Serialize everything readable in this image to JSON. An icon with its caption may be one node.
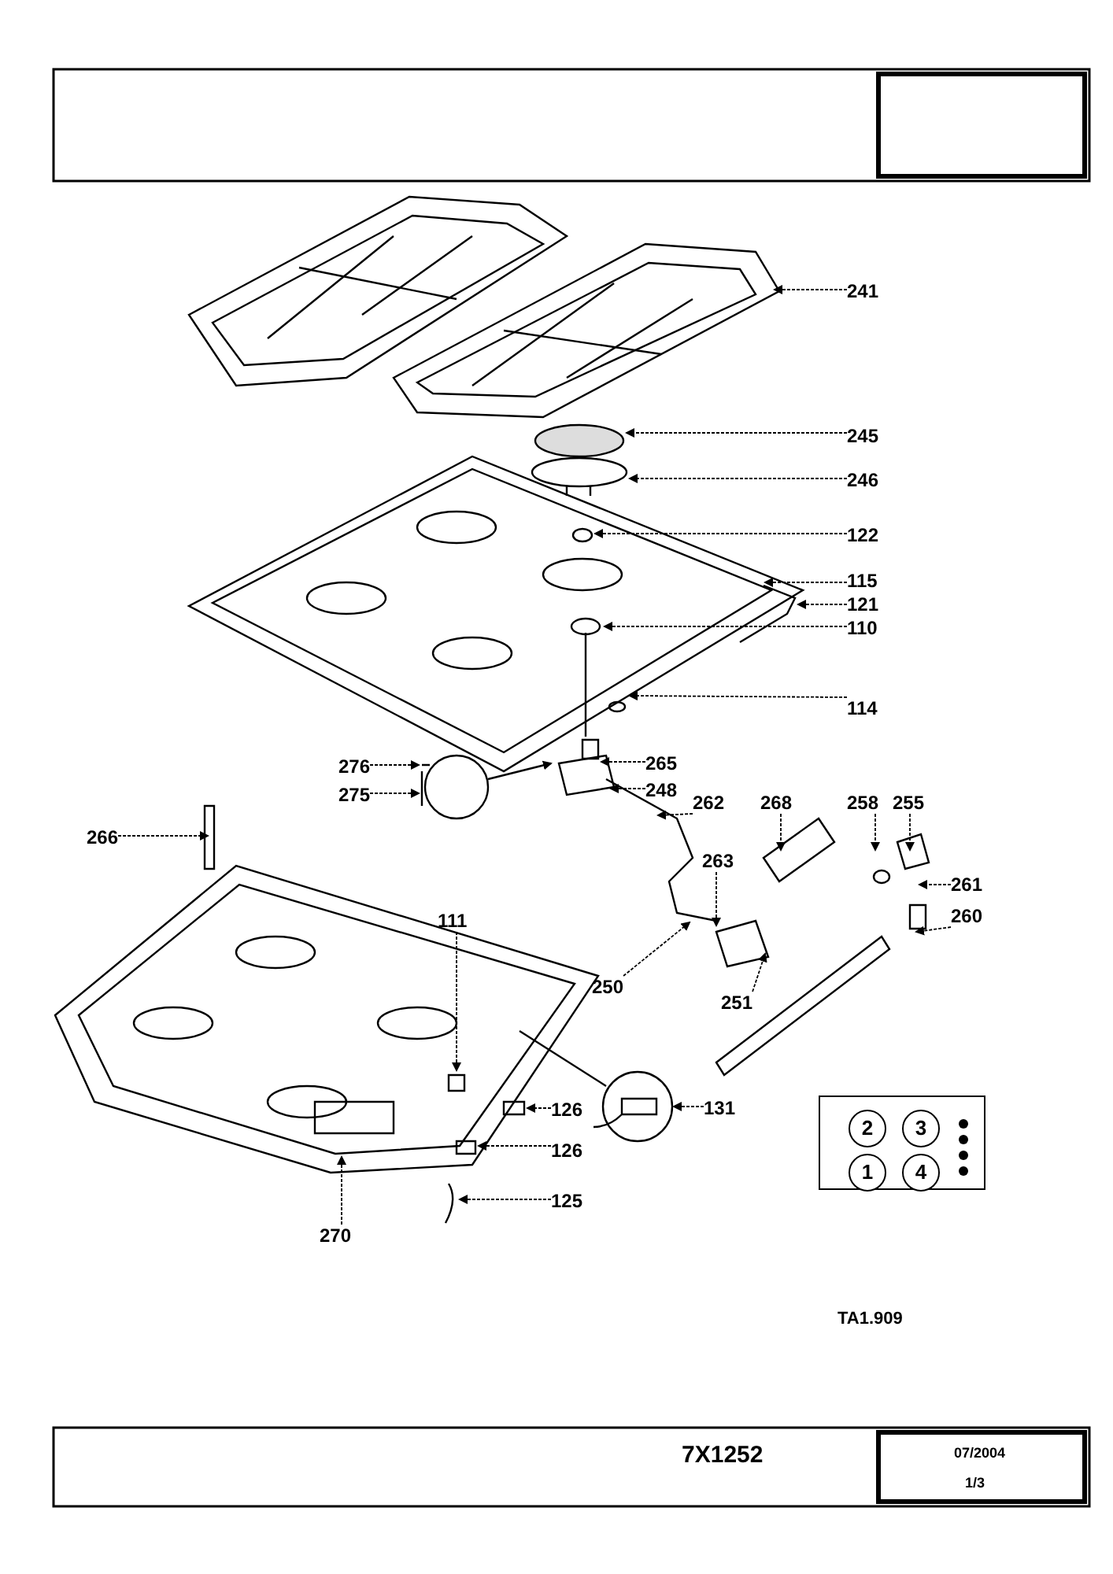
{
  "diagram": {
    "nodes": [
      {
        "text": [
          "241"
        ]
      },
      {
        "text": [
          "245"
        ]
      },
      {
        "text": [
          "246"
        ]
      },
      {
        "text": [
          "122"
        ]
      },
      {
        "text": [
          "115"
        ]
      },
      {
        "text": [
          "121"
        ]
      },
      {
        "text": [
          "110"
        ]
      },
      {
        "text": [
          "114"
        ]
      },
      {
        "text": [
          "265"
        ]
      },
      {
        "text": [
          "276"
        ]
      },
      {
        "text": [
          "248"
        ]
      },
      {
        "text": [
          "275"
        ]
      },
      {
        "text": [
          "266"
        ]
      },
      {
        "text": [
          "262"
        ]
      },
      {
        "text": [
          "268"
        ]
      },
      {
        "text": [
          "258"
        ]
      },
      {
        "text": [
          "255"
        ]
      },
      {
        "text": [
          "263"
        ]
      },
      {
        "text": [
          "261"
        ]
      },
      {
        "text": [
          "111"
        ]
      },
      {
        "text": [
          "260"
        ]
      },
      {
        "text": [
          "250"
        ]
      },
      {
        "text": [
          "251"
        ]
      },
      {
        "text": [
          "131"
        ]
      },
      {
        "text": [
          "126"
        ]
      },
      {
        "text": [
          "126"
        ]
      },
      {
        "text": [
          "125"
        ]
      },
      {
        "text": [
          "270"
        ]
      },
      {
        "text": [],
        "shape": "box"
      },
      {
        "text": [
          "2"
        ],
        "in": 28
      },
      {
        "text": [
          "3"
        ],
        "in": 28
      },
      {
        "text": [
          "1"
        ],
        "in": 28
      },
      {
        "text": [
          "4"
        ],
        "in": 28
      }
    ],
    "edges": [
      {
        "from": 0,
        "to": null,
        "arrow": "to"
      },
      {
        "from": 1,
        "to": null,
        "arrow": "to"
      },
      {
        "from": 2,
        "to": null,
        "arrow": "to"
      },
      {
        "from": 3,
        "to": null,
        "arrow": "to"
      },
      {
        "from": 4,
        "to": null,
        "arrow": "to"
      },
      {
        "from": 5,
        "to": null,
        "arrow": "to"
      },
      {
        "from": 6,
        "to": null,
        "arrow": "to"
      },
      {
        "from": 7,
        "to": null,
        "arrow": "to"
      },
      {
        "from": 8,
        "to": null,
        "arrow": "to"
      },
      {
        "from": 9,
        "to": null,
        "arrow": "to"
      },
      {
        "from": 10,
        "to": null,
        "arrow": "to"
      },
      {
        "from": 11,
        "to": null,
        "arrow": "to"
      },
      {
        "from": 12,
        "to": null,
        "arrow": "to"
      },
      {
        "from": 13,
        "to": null,
        "arrow": "to"
      },
      {
        "from": 14,
        "to": null,
        "arrow": "to"
      },
      {
        "from": 15,
        "to": null,
        "arrow": "to"
      },
      {
        "from": 16,
        "to": null,
        "arrow": "to"
      },
      {
        "from": 17,
        "to": null,
        "arrow": "to"
      },
      {
        "from": 18,
        "to": null,
        "arrow": "to"
      },
      {
        "from": 19,
        "to": null,
        "arrow": "to"
      },
      {
        "from": 20,
        "to": null,
        "arrow": "to"
      },
      {
        "from": 21,
        "to": null,
        "arrow": "to"
      },
      {
        "from": 22,
        "to": null,
        "arrow": "to"
      },
      {
        "from": 23,
        "to": null,
        "arrow": "to"
      },
      {
        "from": 24,
        "to": null,
        "arrow": "to"
      },
      {
        "from": 25,
        "to": null,
        "arrow": "to"
      },
      {
        "from": 26,
        "to": null,
        "arrow": "to"
      },
      {
        "from": 27,
        "to": null,
        "arrow": "to"
      }
    ],
    "labels": [
      "TA1.909",
      "7X1252",
      "07/2004",
      "1/3"
    ]
  }
}
